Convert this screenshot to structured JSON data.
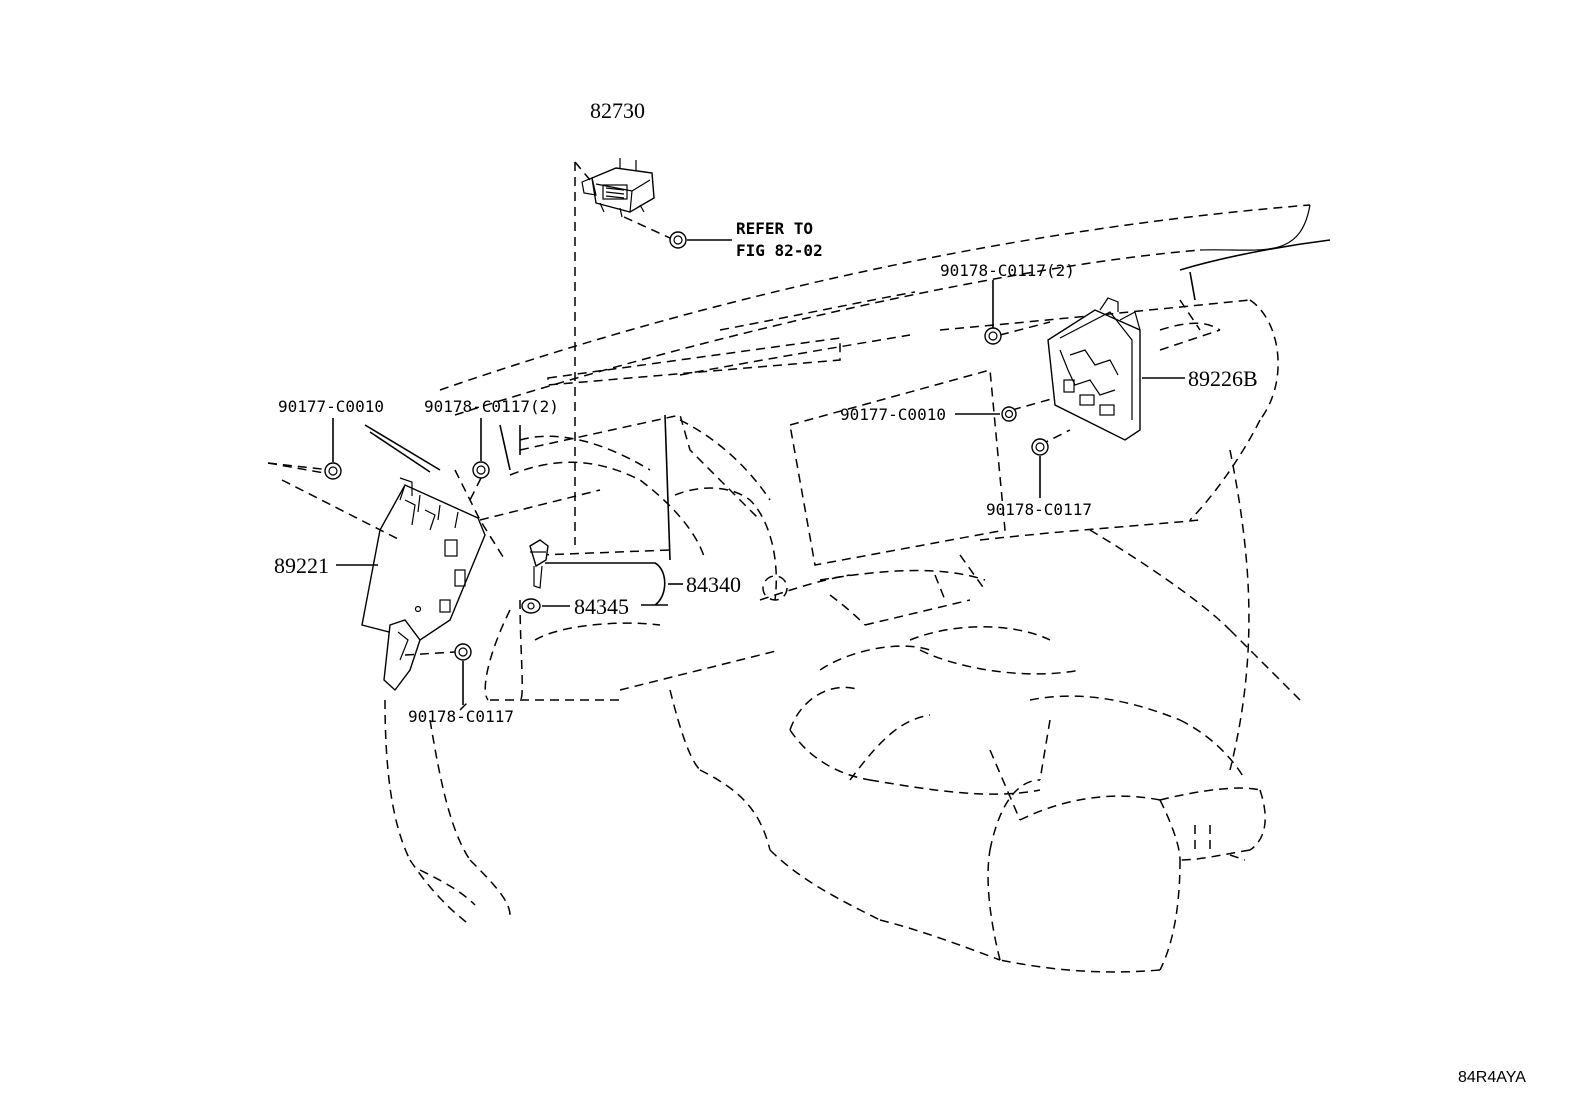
{
  "part_numbers": {
    "p82730": "82730",
    "p89226B": "89226B",
    "p89221": "89221",
    "p84340": "84340",
    "p84345": "84345"
  },
  "fastener_codes": {
    "c90178_2_right": "90178-C0117(2)",
    "c90177_right": "90177-C0010",
    "c90178_right": "90178-C0117",
    "c90177_left": "90177-C0010",
    "c90178_2_left": "90178-C0117(2)",
    "c90178_lower": "90178-C0117"
  },
  "refer_note": {
    "line1": "REFER TO",
    "line2": "FIG 82-02"
  },
  "figure_code": "84R4AYA"
}
